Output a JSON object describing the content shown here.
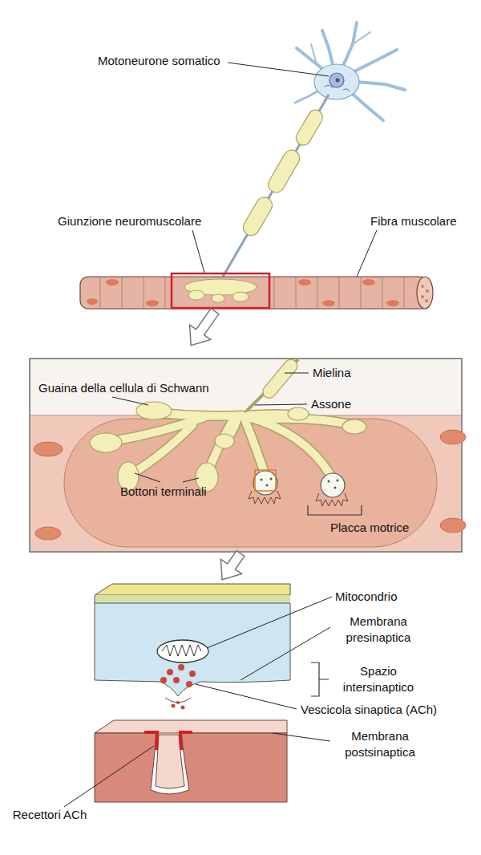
{
  "diagram": {
    "labels": [
      "Motoneurone somatico",
      "Giunzione neuromuscolare",
      "Fibra muscolare",
      "Mielina",
      "Guaina della cellula di Schwann",
      "Assone",
      "Bottoni terminali",
      "Placca motrice",
      "Mitocondrio",
      "Membrana presinaptica",
      "Spazio intersinaptico",
      "Vescicola sinaptica (ACh)",
      "Membrana postsinaptica",
      "Recettori ACh"
    ]
  }
}
